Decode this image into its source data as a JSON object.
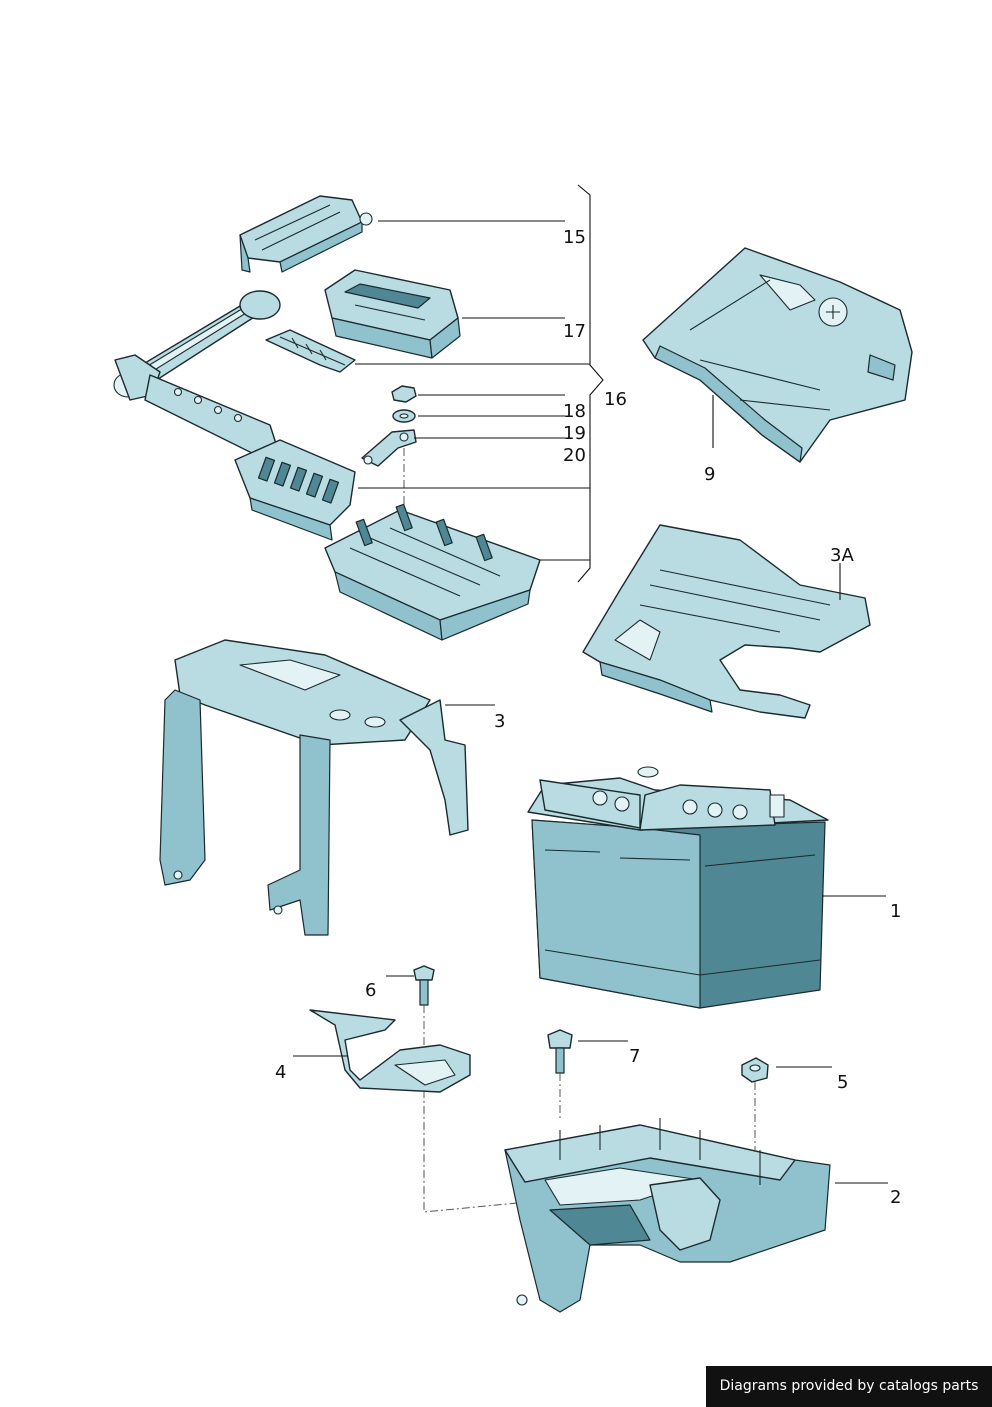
{
  "callouts": {
    "c1": "1",
    "c2": "2",
    "c3": "3",
    "c3a": "3A",
    "c4": "4",
    "c5": "5",
    "c6": "6",
    "c7": "7",
    "c9": "9",
    "c15": "15",
    "c16": "16",
    "c17": "17",
    "c18": "18",
    "c19": "19",
    "c20": "20"
  },
  "footer": {
    "credit": "Diagrams provided by catalogs parts"
  },
  "colors": {
    "part_fill": "#b9dce2",
    "part_shade": "#4f8794",
    "line": "#1a2a2e",
    "banner_bg": "#111111",
    "banner_text": "#ffffff"
  }
}
